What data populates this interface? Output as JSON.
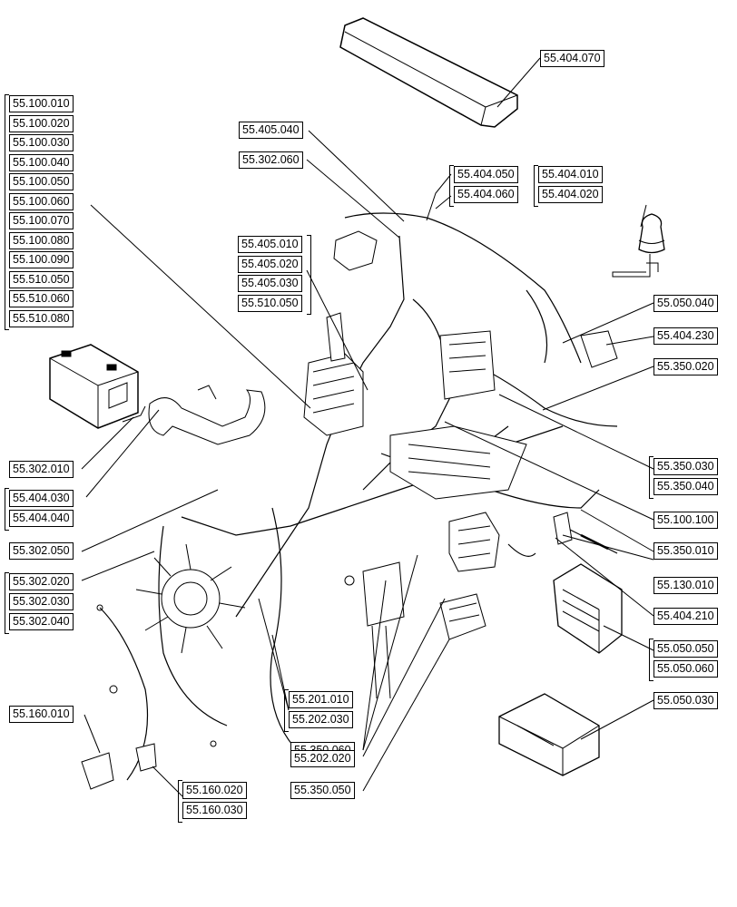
{
  "callouts": {
    "c_55_404_070": "55.404.070",
    "c_55_100_010": "55.100.010",
    "c_55_100_020": "55.100.020",
    "c_55_100_030": "55.100.030",
    "c_55_100_040": "55.100.040",
    "c_55_100_050": "55.100.050",
    "c_55_100_060": "55.100.060",
    "c_55_100_070": "55.100.070",
    "c_55_100_080": "55.100.080",
    "c_55_100_090": "55.100.090",
    "c_55_510_050": "55.510.050",
    "c_55_510_060": "55.510.060",
    "c_55_510_080": "55.510.080",
    "c_55_405_040": "55.405.040",
    "c_55_302_060": "55.302.060",
    "c_55_404_050": "55.404.050",
    "c_55_404_060": "55.404.060",
    "c_55_404_010": "55.404.010",
    "c_55_404_020": "55.404.020",
    "c_55_405_010": "55.405.010",
    "c_55_405_020": "55.405.020",
    "c_55_405_030": "55.405.030",
    "c_55_510_050b": "55.510.050",
    "c_55_050_040": "55.050.040",
    "c_55_404_230": "55.404.230",
    "c_55_350_020": "55.350.020",
    "c_55_302_010": "55.302.010",
    "c_55_404_030": "55.404.030",
    "c_55_404_040": "55.404.040",
    "c_55_350_030": "55.350.030",
    "c_55_350_040": "55.350.040",
    "c_55_100_100": "55.100.100",
    "c_55_302_050": "55.302.050",
    "c_55_350_010": "55.350.010",
    "c_55_302_020": "55.302.020",
    "c_55_302_030": "55.302.030",
    "c_55_302_040": "55.302.040",
    "c_55_130_010": "55.130.010",
    "c_55_404_210": "55.404.210",
    "c_55_050_050": "55.050.050",
    "c_55_050_060": "55.050.060",
    "c_55_201_010": "55.201.010",
    "c_55_202_030": "55.202.030",
    "c_55_050_030": "55.050.030",
    "c_55_160_010": "55.160.010",
    "c_55_350_060": "55.350.060",
    "c_55_202_020": "55.202.020",
    "c_55_160_020": "55.160.020",
    "c_55_160_030": "55.160.030",
    "c_55_350_050": "55.350.050"
  }
}
